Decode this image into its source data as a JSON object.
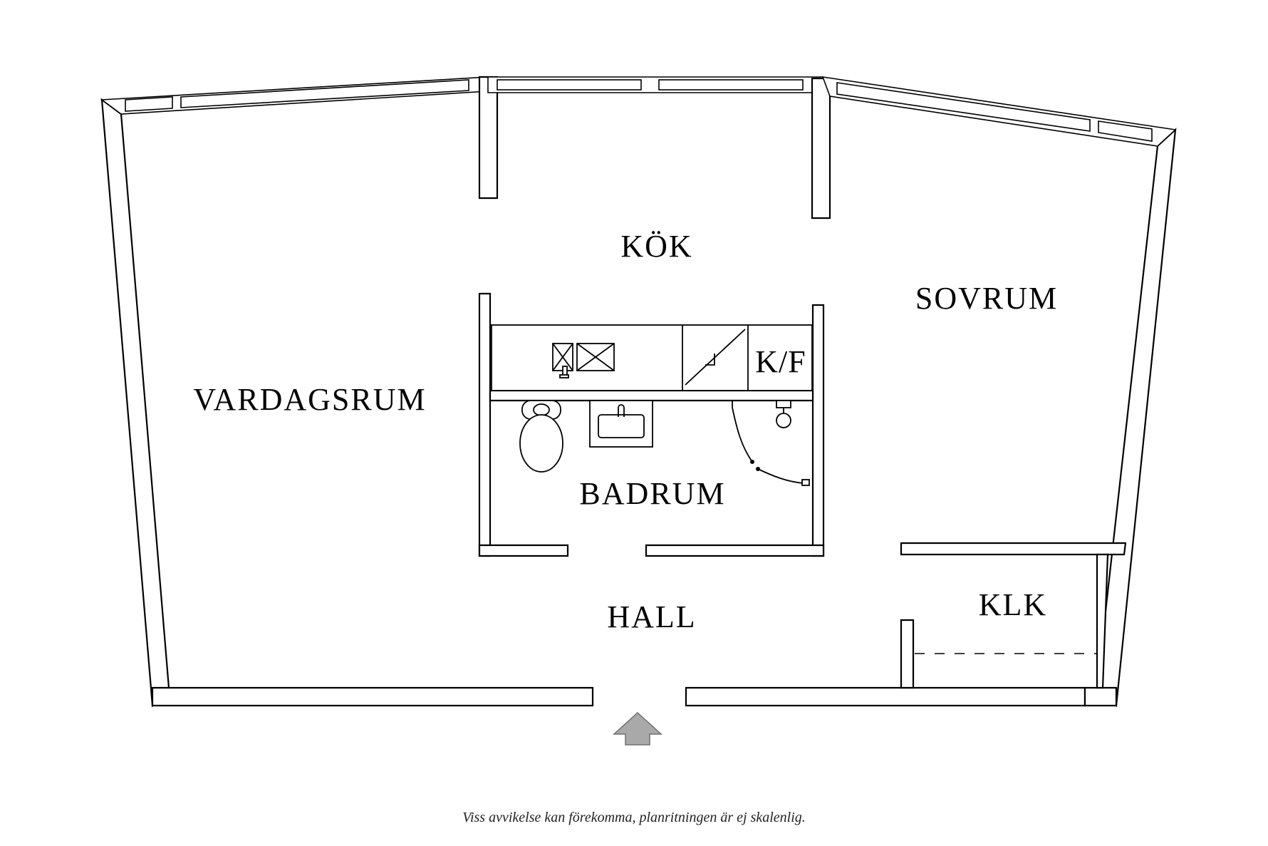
{
  "rooms": {
    "kok": "KÖK",
    "sovrum": "SOVRUM",
    "vardagsrum": "VARDAGSRUM",
    "kf": "K/F",
    "badrum": "BADRUM",
    "hall": "HALL",
    "klk": "KLK"
  },
  "icons": {
    "entrance": "entrance-arrow-icon",
    "stove": "stove-icon",
    "sink": "sink-icon",
    "toilet": "toilet-icon",
    "shower": "shower-icon"
  },
  "colors": {
    "walls": "#000000",
    "background": "#ffffff",
    "entrance_arrow": "#a9a9a9"
  },
  "footer": {
    "disclaimer": "Viss avvikelse kan förekomma, planritningen är ej skalenlig."
  }
}
